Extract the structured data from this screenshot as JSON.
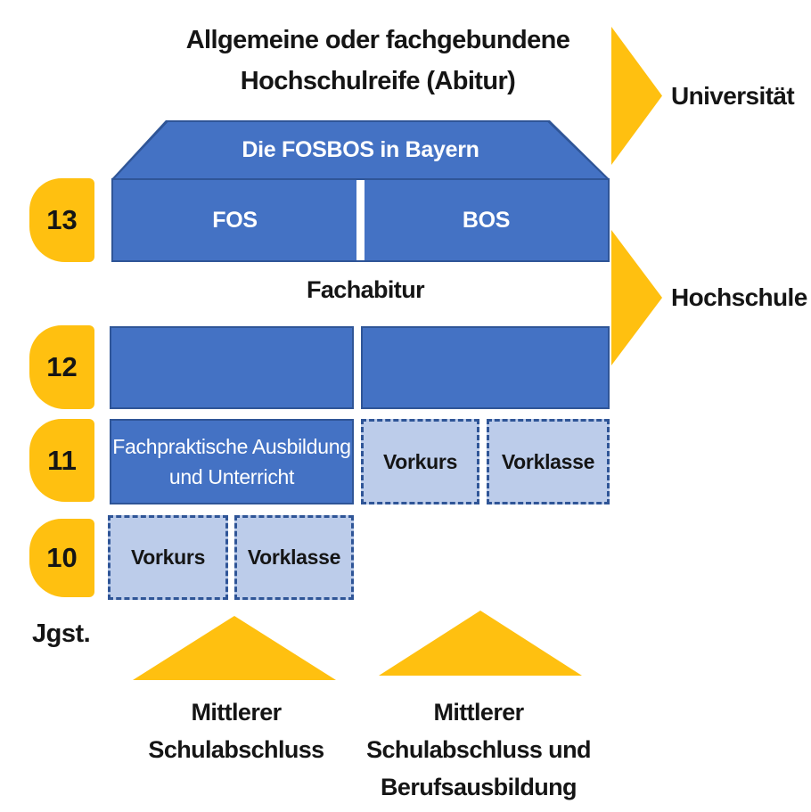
{
  "colors": {
    "yellow": "#FFC010",
    "blue_fill": "#4472C4",
    "blue_border": "#2F5597",
    "light_blue_fill": "#BCCCEA",
    "text_dark": "#151515",
    "text_light": "#FFFFFF"
  },
  "title": {
    "line1": "Allgemeine oder fachgebundene",
    "line2": "Hochschulreife (Abitur)"
  },
  "arrows": {
    "universitaet": "Universität",
    "hochschule": "Hochschule"
  },
  "roof": {
    "label": "Die FOSBOS in Bayern"
  },
  "grades": {
    "g13": "13",
    "g12": "12",
    "g11": "11",
    "g10": "10",
    "axis_label": "Jgst."
  },
  "row13": {
    "left": "FOS",
    "right": "BOS"
  },
  "fachabitur_label": "Fachabitur",
  "row11": {
    "main_line1": "Fachpraktische Ausbildung",
    "main_line2": "und Unterricht",
    "vorkurs": "Vorkurs",
    "vorklasse": "Vorklasse"
  },
  "row10": {
    "vorkurs": "Vorkurs",
    "vorklasse": "Vorklasse"
  },
  "bottom": {
    "left": {
      "line1": "Mittlerer",
      "line2": "Schulabschluss"
    },
    "right": {
      "line1": "Mittlerer",
      "line2": "Schulabschluss und",
      "line3": "Berufsausbildung"
    }
  }
}
